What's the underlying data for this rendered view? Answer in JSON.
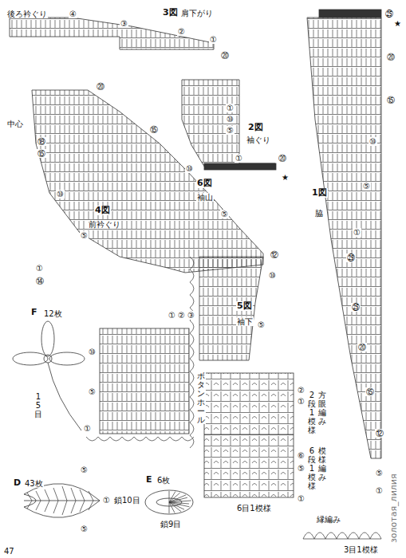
{
  "diagram": {
    "labels": [
      "後ろ衿ぐり",
      "④",
      "③",
      "3図",
      "肩下がり",
      "②",
      "①",
      "⑳",
      "㉕",
      "★",
      "⑳",
      "⑮",
      "⑩",
      "⑤",
      "①",
      "㉙",
      "㉕",
      "⑳",
      "⑮",
      "⑫",
      "⑤",
      "①",
      "1図",
      "脇",
      "①",
      "⑩",
      "⑤",
      "2図",
      "袖ぐり",
      "①",
      "⑳",
      "★",
      "中心",
      "⑳",
      "⑮",
      "⑩",
      "⑤",
      "⑱",
      "⑮",
      "⑩",
      "⑤",
      "①",
      "⑭",
      "4図",
      "前衿ぐり",
      "6図",
      "袖山",
      "⑫",
      "⑩",
      "⑤",
      "5図",
      "袖下",
      "①",
      "②",
      "③",
      "⑩",
      "⑤",
      "①",
      "ボタンホール",
      "F",
      "12枚",
      "15目",
      "②",
      "①",
      "方眼編み",
      "2段1模様",
      "⑥",
      "⑤",
      "①",
      "模様編み",
      "6段1模様",
      "6目1模様",
      "縁編み",
      "3目1模様",
      "D",
      "43枚",
      "⑤",
      "⑤",
      "①",
      "鎖10目",
      "E",
      "6枚",
      "鎖9目",
      "золотая_лилия",
      "47"
    ]
  }
}
